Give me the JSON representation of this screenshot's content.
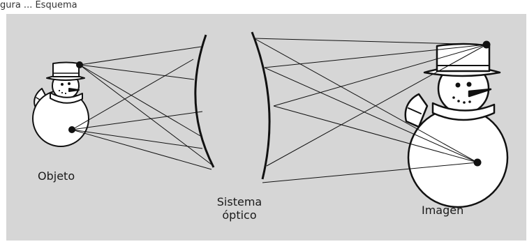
{
  "figure": {
    "caption_fragment": "gura ... Esquema",
    "labels": {
      "object": "Objeto",
      "system_line1": "Sistema",
      "system_line2": "óptico",
      "image": "Imagen"
    },
    "colors": {
      "panel": "#d6d6d6",
      "ink": "#111111",
      "snowman_fill": "#ffffff"
    }
  }
}
